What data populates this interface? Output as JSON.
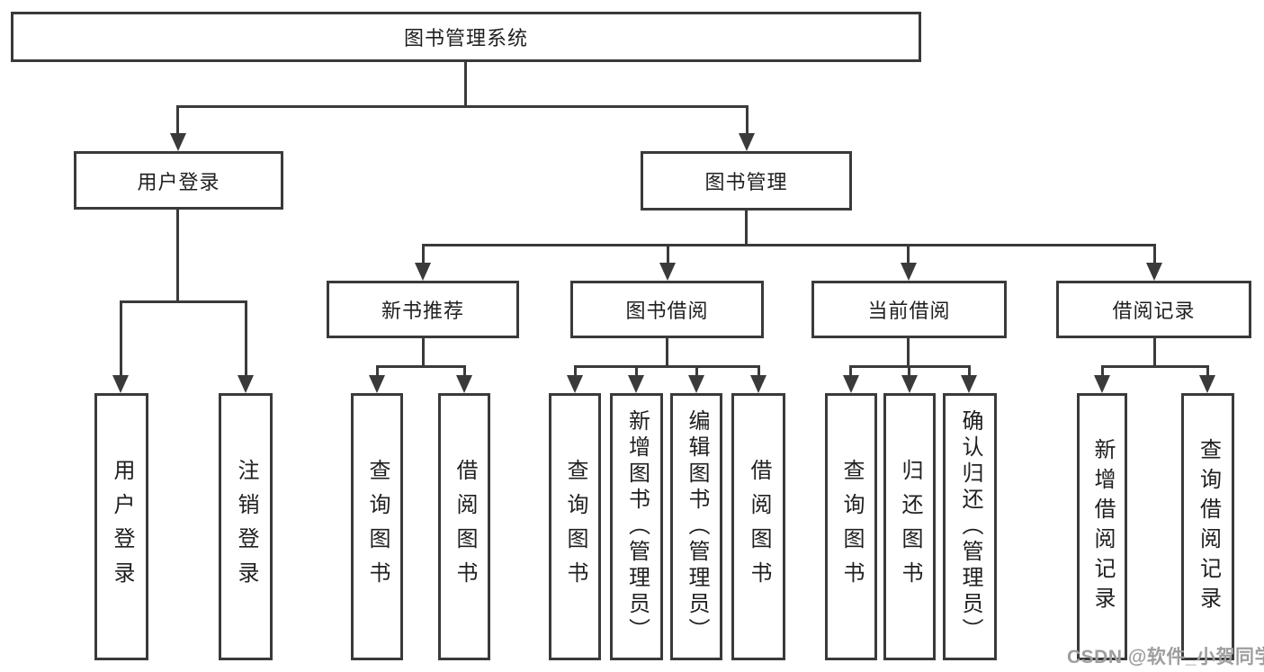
{
  "diagram": {
    "root": {
      "label": "图书管理系统"
    },
    "level2": [
      {
        "label": "用户登录"
      },
      {
        "label": "图书管理"
      }
    ],
    "level3": [
      {
        "label": "新书推荐"
      },
      {
        "label": "图书借阅"
      },
      {
        "label": "当前借阅"
      },
      {
        "label": "借阅记录"
      }
    ],
    "leaves": {
      "user_login": [
        "用户登录",
        "注销登录"
      ],
      "new_book_recommend": [
        "查询图书",
        "借阅图书"
      ],
      "book_borrowing": [
        "查询图书",
        "新增图书（管理员）",
        "编辑图书（管理员）",
        "借阅图书"
      ],
      "current_borrowing": [
        "查询图书",
        "归还图书",
        "确认归还（管理员）"
      ],
      "borrowing_records": [
        "新增借阅记录",
        "查询借阅记录"
      ]
    }
  },
  "watermark": {
    "text": "CSDN @软件_小贺同学"
  },
  "colors": {
    "line": "#3a3a3a",
    "text": "#1f1f1f",
    "watermark": "#9e9e9e",
    "background": "#ffffff"
  }
}
